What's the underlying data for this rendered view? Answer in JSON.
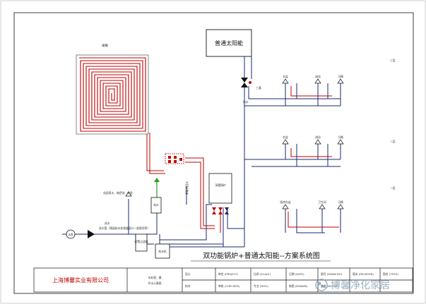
{
  "diagram": {
    "main_title": "双功能锅炉+普通太阳能--方案系统图",
    "solar_box_label": "普通太阳能",
    "floor_heating_label": "采暖",
    "boiler_label": "采暖锅炉",
    "softener_label": "软水",
    "water_treatment_label": "前置过滤器",
    "hot_water_tank_label": "热水机",
    "garden_label": "花园用水、拖把池、养鱼",
    "inlet_label": "进水",
    "inlet_note": "进水管（预留软水处理器接口一般管径等）",
    "meter_label": "水表",
    "valve_label": "冷水",
    "supply_label": "热水",
    "riser_label": "循环回水",
    "mix_label": "三通",
    "floors": [
      {
        "name": "三层",
        "fixtures": [
          "台盆",
          "淋浴",
          "马桶"
        ]
      },
      {
        "name": "二层",
        "fixtures": [
          "台盆",
          "淋浴",
          "马桶"
        ]
      },
      {
        "name": "一层",
        "fixtures": [
          "厨房台盆",
          "卫生间",
          "马桶"
        ]
      }
    ]
  },
  "title_block": {
    "company": "上海博馨实业有限公司",
    "drawing_name_line1": "水处理、循",
    "drawing_name_line2": "环水示意图",
    "row1": [
      "设计",
      "审定 (PROJECT)",
      "比例 (SCALE)",
      "日期 (DATE)",
      "图号 (DRAW NO)",
      "版本 (REVISION)",
      "图名 (TITLE)"
    ],
    "row2": [
      "校对",
      "审核 (CHECKED)",
      "专业 (DISC)",
      "制图 (DRAWN)",
      "备注 (NOTES)"
    ]
  },
  "watermark": "博馨净化家居"
}
